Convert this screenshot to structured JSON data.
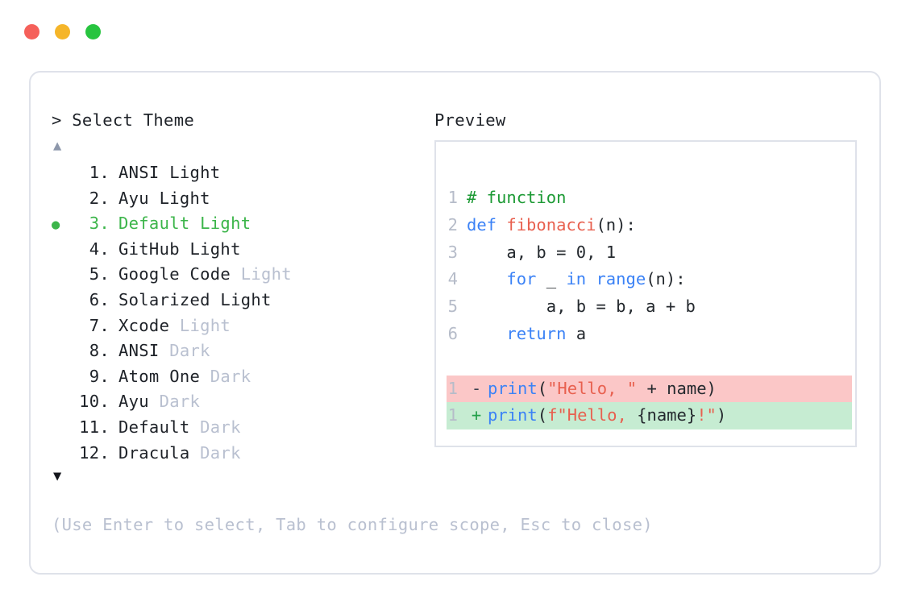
{
  "window": {
    "traffic_lights": [
      {
        "name": "close",
        "color": "#f5605a"
      },
      {
        "name": "minimize",
        "color": "#f5b529"
      },
      {
        "name": "maximize",
        "color": "#27c43f"
      }
    ]
  },
  "selector": {
    "prompt": "> Select Theme",
    "scroll_up_icon": "▲",
    "scroll_down_icon": "▼",
    "bullet_icon": "●",
    "selected_color": "#3cb54a",
    "items": [
      {
        "index": "1.",
        "name": "ANSI",
        "suffix": "Light",
        "suffix_muted": false,
        "selected": false
      },
      {
        "index": "2.",
        "name": "Ayu",
        "suffix": "Light",
        "suffix_muted": false,
        "selected": false
      },
      {
        "index": "3.",
        "name": "Default",
        "suffix": "Light",
        "suffix_muted": false,
        "selected": true
      },
      {
        "index": "4.",
        "name": "GitHub",
        "suffix": "Light",
        "suffix_muted": false,
        "selected": false
      },
      {
        "index": "5.",
        "name": "Google Code",
        "suffix": "Light",
        "suffix_muted": true,
        "selected": false
      },
      {
        "index": "6.",
        "name": "Solarized",
        "suffix": "Light",
        "suffix_muted": false,
        "selected": false
      },
      {
        "index": "7.",
        "name": "Xcode",
        "suffix": "Light",
        "suffix_muted": true,
        "selected": false
      },
      {
        "index": "8.",
        "name": "ANSI",
        "suffix": "Dark",
        "suffix_muted": true,
        "selected": false
      },
      {
        "index": "9.",
        "name": "Atom One",
        "suffix": "Dark",
        "suffix_muted": true,
        "selected": false
      },
      {
        "index": "10.",
        "name": "Ayu",
        "suffix": "Dark",
        "suffix_muted": true,
        "selected": false
      },
      {
        "index": "11.",
        "name": "Default",
        "suffix": "Dark",
        "suffix_muted": true,
        "selected": false
      },
      {
        "index": "12.",
        "name": "Dracula",
        "suffix": "Dark",
        "suffix_muted": true,
        "selected": false
      }
    ]
  },
  "preview": {
    "title": "Preview",
    "code_lines": [
      {
        "ln": "1",
        "tokens": [
          {
            "t": "# function",
            "c": "comment"
          }
        ]
      },
      {
        "ln": "2",
        "tokens": [
          {
            "t": "def ",
            "c": "kw"
          },
          {
            "t": "fibonacci",
            "c": "fn"
          },
          {
            "t": "(n):",
            "c": "plain"
          }
        ]
      },
      {
        "ln": "3",
        "tokens": [
          {
            "t": "    a, b = 0, 1",
            "c": "plain"
          }
        ]
      },
      {
        "ln": "4",
        "tokens": [
          {
            "t": "    ",
            "c": "plain"
          },
          {
            "t": "for",
            "c": "kw"
          },
          {
            "t": " _ ",
            "c": "plain"
          },
          {
            "t": "in",
            "c": "kw"
          },
          {
            "t": " ",
            "c": "plain"
          },
          {
            "t": "range",
            "c": "kw"
          },
          {
            "t": "(n):",
            "c": "plain"
          }
        ]
      },
      {
        "ln": "5",
        "tokens": [
          {
            "t": "        a, b = b, a + b",
            "c": "plain"
          }
        ]
      },
      {
        "ln": "6",
        "tokens": [
          {
            "t": "    ",
            "c": "plain"
          },
          {
            "t": "return",
            "c": "kw"
          },
          {
            "t": " a",
            "c": "plain"
          }
        ]
      }
    ],
    "diff_lines": [
      {
        "ln": "1",
        "mark": "-",
        "kind": "del",
        "tokens": [
          {
            "t": "print",
            "c": "kw"
          },
          {
            "t": "(",
            "c": "plain"
          },
          {
            "t": "\"Hello, \"",
            "c": "str"
          },
          {
            "t": " + name)",
            "c": "plain"
          }
        ]
      },
      {
        "ln": "1",
        "mark": "+",
        "kind": "add",
        "tokens": [
          {
            "t": "print",
            "c": "kw"
          },
          {
            "t": "(",
            "c": "plain"
          },
          {
            "t": "f\"Hello, ",
            "c": "str"
          },
          {
            "t": "{name}",
            "c": "plain"
          },
          {
            "t": "!\"",
            "c": "str"
          },
          {
            "t": ")",
            "c": "plain"
          }
        ]
      }
    ],
    "diff_colors": {
      "deleted_bg": "#fbc7c7",
      "added_bg": "#c6ecd2"
    }
  },
  "footer": {
    "hint": "(Use Enter to select, Tab to configure scope, Esc to close)"
  }
}
